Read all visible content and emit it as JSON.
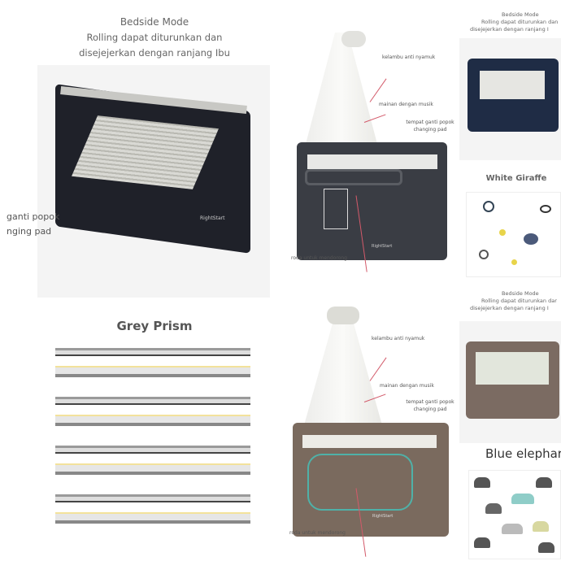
{
  "top_left": {
    "title": "Bedside Mode",
    "subtitle_line1": "Rolling dapat diturunkan dan",
    "subtitle_line2": "disejejerkan dengan ranjang Ibu",
    "side_label_line1": "ganti popok",
    "side_label_line2": "nging pad",
    "brand": "RightStart"
  },
  "top_middle": {
    "labels": {
      "mosquito_net": "kelambu anti nyamuk",
      "music_toy": "mainan dengan musik",
      "changing_pad": "tempat ganti popok changing pad",
      "wheels": "roda untuk mendorong"
    },
    "brand": "RightStart",
    "color": "#3a3d44"
  },
  "top_right": {
    "title": "Bedside Mode",
    "subtitle_line1": "Rolling dapat diturunkan dan",
    "subtitle_line2": "disejejerkan dengan ranjang I",
    "pattern_name": "White Giraffe",
    "color": "#1f2c45"
  },
  "bottom_left": {
    "pattern_name": "Grey Prism"
  },
  "bottom_middle": {
    "labels": {
      "mosquito_net": "kelambu anti nyamuk",
      "music_toy": "mainan dengan musik",
      "changing_pad": "tempat ganti popok changing pad",
      "wheels": "roda untuk mendorong"
    },
    "brand": "RightStart",
    "color": "#7a6a5e"
  },
  "bottom_right": {
    "title": "Bedside Mode",
    "subtitle_line1": "Rolling dapat diturunkan dar",
    "subtitle_line2": "disejejerkan dengan ranjang I",
    "pattern_name": "Blue elephar",
    "color": "#7b6b62"
  }
}
